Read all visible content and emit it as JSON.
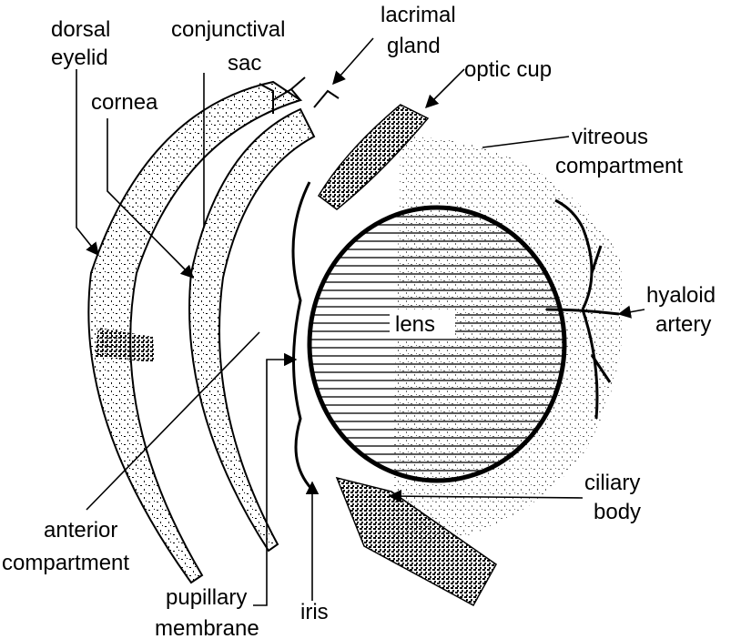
{
  "labels": {
    "dorsal_eyelid": [
      "dorsal",
      "eyelid"
    ],
    "conjunctival_sac": [
      "conjunctival",
      "sac"
    ],
    "lacrimal_gland": [
      "lacrimal",
      "gland"
    ],
    "optic_cup": "optic cup",
    "cornea": "cornea",
    "vitreous_compartment": [
      "vitreous",
      "compartment"
    ],
    "hyaloid_artery": [
      "hyaloid",
      "artery"
    ],
    "lens": "lens",
    "ciliary_body": [
      "ciliary",
      "body"
    ],
    "anterior_compartment": [
      "anterior",
      "compartment"
    ],
    "pupillary_membrane": [
      "pupillary",
      "membrane"
    ],
    "iris": "iris"
  },
  "colors": {
    "ink": "#000000",
    "background": "#ffffff"
  }
}
